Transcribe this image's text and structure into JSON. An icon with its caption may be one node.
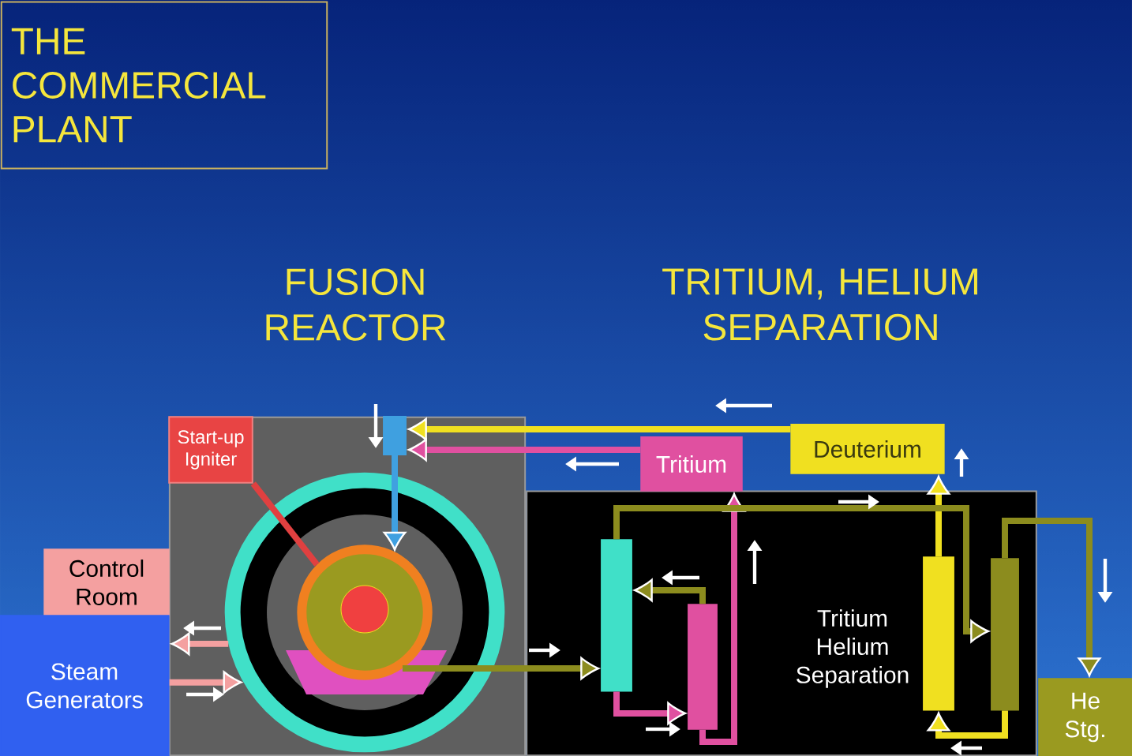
{
  "diagram": {
    "title": "THE COMMERCIAL PLANT",
    "nodes": [
      {
        "text": [],
        "shape": "box"
      },
      {
        "text": [
          "Start-up Igniter"
        ],
        "in": 0
      },
      {
        "text": [],
        "shape": "box",
        "in": 0
      },
      {
        "text": [],
        "shape": "circle",
        "in": 0
      },
      {
        "text": [],
        "shape": "circle",
        "in": 3
      },
      {
        "text": [
          "Tritium Helium Separation"
        ]
      },
      {
        "text": [],
        "shape": "bar",
        "in": 5
      },
      {
        "text": [],
        "shape": "bar",
        "in": 5
      },
      {
        "text": [],
        "shape": "bar",
        "in": 5
      },
      {
        "text": [],
        "shape": "bar",
        "in": 5
      },
      {
        "text": [
          "Tritium"
        ]
      },
      {
        "text": [
          "Deuterium"
        ]
      },
      {
        "text": [
          "Control Room"
        ]
      },
      {
        "text": [
          "Steam Generators"
        ]
      },
      {
        "text": [
          "He Stg."
        ]
      }
    ],
    "edges": [
      {
        "from": 3,
        "to": 13,
        "arrow": "to",
        "color": "#f4a0a0"
      },
      {
        "from": 13,
        "to": 3,
        "arrow": "to",
        "color": "#f4a0a0"
      },
      {
        "from": 4,
        "to": 6,
        "arrow": "to",
        "color": "#8c8c1e"
      },
      {
        "from": 7,
        "to": 6,
        "arrow": "to",
        "color": "#8c8c1e"
      },
      {
        "from": 6,
        "to": 7,
        "arrow": "to",
        "color": "#e050a0"
      },
      {
        "from": 7,
        "to": 10,
        "arrow": "to",
        "color": "#e050a0"
      },
      {
        "from": 10,
        "to": 2,
        "arrow": "to",
        "color": "#e050a0"
      },
      {
        "from": 11,
        "to": 2,
        "arrow": "to",
        "color": "#f0e020"
      },
      {
        "from": 8,
        "to": 11,
        "arrow": "to",
        "color": "#f0e020"
      },
      {
        "from": 6,
        "to": 9,
        "arrow": "to",
        "color": "#8c8c1e"
      },
      {
        "from": 9,
        "to": 8,
        "arrow": "to",
        "color": "#f0e020"
      },
      {
        "from": 9,
        "to": 14,
        "arrow": "to",
        "color": "#8c8c1e"
      },
      {
        "from": 1,
        "to": 4,
        "arrow": "none",
        "color": "#e04040"
      },
      {
        "from": 2,
        "to": 4,
        "arrow": "to",
        "color": "#40a0e0"
      }
    ],
    "labels": [
      "FUSION REACTOR",
      "TRITIUM, HELIUM SEPARATION"
    ]
  }
}
